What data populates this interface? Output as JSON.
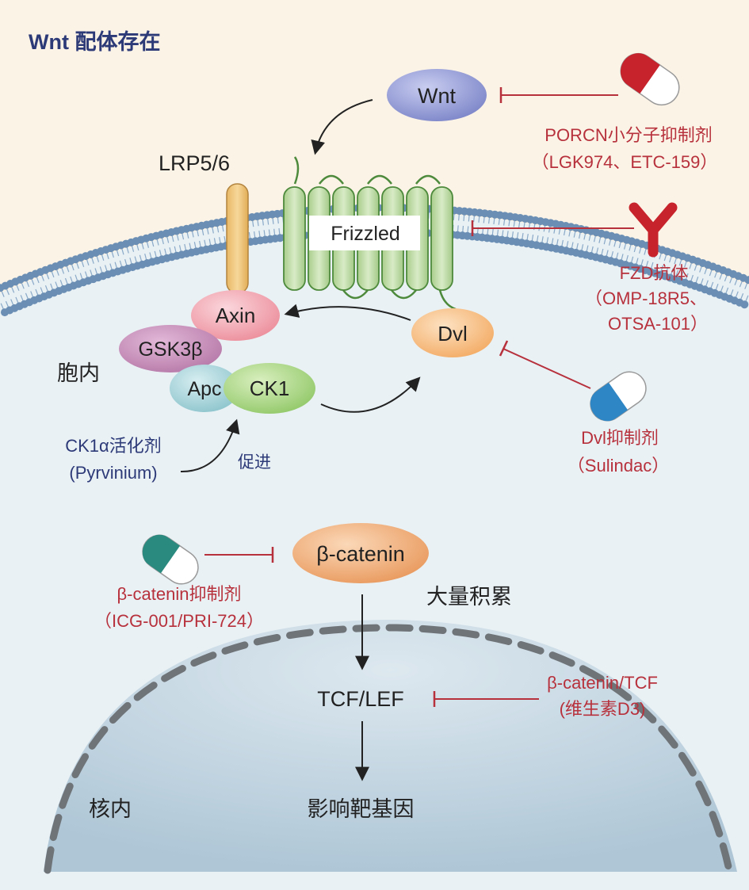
{
  "title": "Wnt 配体存在",
  "regions": {
    "cytoplasm": "胞内",
    "nucleus": "核内"
  },
  "components": {
    "wnt": "Wnt",
    "lrp": "LRP5/6",
    "frizzled": "Frizzled",
    "axin": "Axin",
    "gsk3b": "GSK3β",
    "apc": "Apc",
    "ck1": "CK1",
    "dvl": "Dvl",
    "beta_catenin": "β-catenin",
    "accumulation": "大量积累",
    "tcf_lef": "TCF/LEF",
    "target_genes": "影响靶基因"
  },
  "inhibitors": {
    "porcn": {
      "name": "PORCN小分子抑制剂",
      "examples": "（LGK974、ETC-159）"
    },
    "fzd": {
      "name": "FZD抗体",
      "examples_1": "（OMP-18R5、",
      "examples_2": "OTSA-101）"
    },
    "dvl": {
      "name": "Dvl抑制剂",
      "examples": "（Sulindac）"
    },
    "beta_catenin": {
      "name": "β-catenin抑制剂",
      "examples": "（ICG-001/PRI-724）"
    },
    "tcf": {
      "name": "β-catenin/TCF",
      "examples": "(维生素D3)"
    }
  },
  "activators": {
    "ck1a": {
      "name": "CK1α活化剂",
      "examples": "(Pyrvinium)",
      "action": "促进"
    }
  },
  "colors": {
    "background": "#fbf3e6",
    "cell": "#e9f1f5",
    "nucleus": "#c6d8e4",
    "membrane_head": "#6b8fb4",
    "frizzled": "#bfd9a8",
    "inhibitor_red": "#b7313c",
    "activator_blue": "#2d3a78"
  }
}
